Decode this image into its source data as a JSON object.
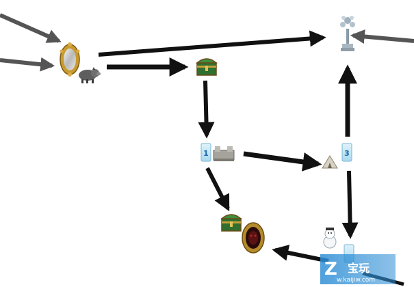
{
  "map": {
    "nodes": [
      {
        "id": "mirror",
        "icon": "magic-mirror-icon"
      },
      {
        "id": "pig",
        "icon": "pig-icon"
      },
      {
        "id": "chest-top",
        "icon": "treasure-chest-icon"
      },
      {
        "id": "tree-statue",
        "icon": "silver-tree-statue-icon"
      },
      {
        "id": "card-1",
        "icon": "teleport-card-icon",
        "label": "1"
      },
      {
        "id": "altar",
        "icon": "stone-altar-icon"
      },
      {
        "id": "tent",
        "icon": "tent-icon"
      },
      {
        "id": "card-3",
        "icon": "teleport-card-icon",
        "label": "3"
      },
      {
        "id": "chest-bottom",
        "icon": "treasure-chest-icon"
      },
      {
        "id": "dark-mirror",
        "icon": "dark-mirror-icon"
      },
      {
        "id": "snowman",
        "icon": "snowman-icon"
      },
      {
        "id": "card-bottom",
        "icon": "teleport-card-icon"
      }
    ],
    "arrow_color": "#111111",
    "entry_arrow_color": "#555555"
  },
  "watermark": {
    "brand": "Z",
    "text": "宝玩",
    "url": "w.kaijiw.com"
  }
}
